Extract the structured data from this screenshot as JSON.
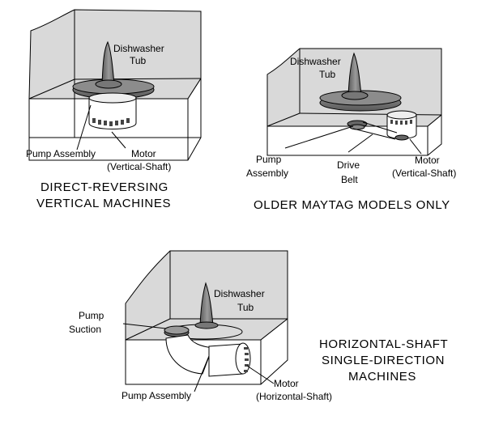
{
  "panel_direct": {
    "tub_label": [
      "Dishwasher",
      "Tub"
    ],
    "pump_label": "Pump  Assembly",
    "motor_label": [
      "Motor",
      "(Vertical-Shaft)"
    ],
    "caption": [
      "DIRECT-REVERSING",
      "VERTICAL  MACHINES"
    ]
  },
  "panel_maytag": {
    "tub_label": [
      "Dishwasher",
      "Tub"
    ],
    "pump_label": [
      "Pump",
      "Assembly"
    ],
    "belt_label": [
      "Drive",
      "Belt"
    ],
    "motor_label": [
      "Motor",
      "(Vertical-Shaft)"
    ],
    "caption": "OLDER  MAYTAG  MODELS  ONLY"
  },
  "panel_horizontal": {
    "tub_label": [
      "Dishwasher",
      "Tub"
    ],
    "suction_label": [
      "Pump",
      "Suction"
    ],
    "pump_label": "Pump  Assembly",
    "motor_label": [
      "Motor",
      "(Horizontal-Shaft)"
    ],
    "caption": [
      "HORIZONTAL-SHAFT",
      "SINGLE-DIRECTION",
      "MACHINES"
    ]
  },
  "colors": {
    "shade": "#d9d9d9",
    "dark": "#6e6e6e",
    "mid": "#9a9a9a"
  }
}
